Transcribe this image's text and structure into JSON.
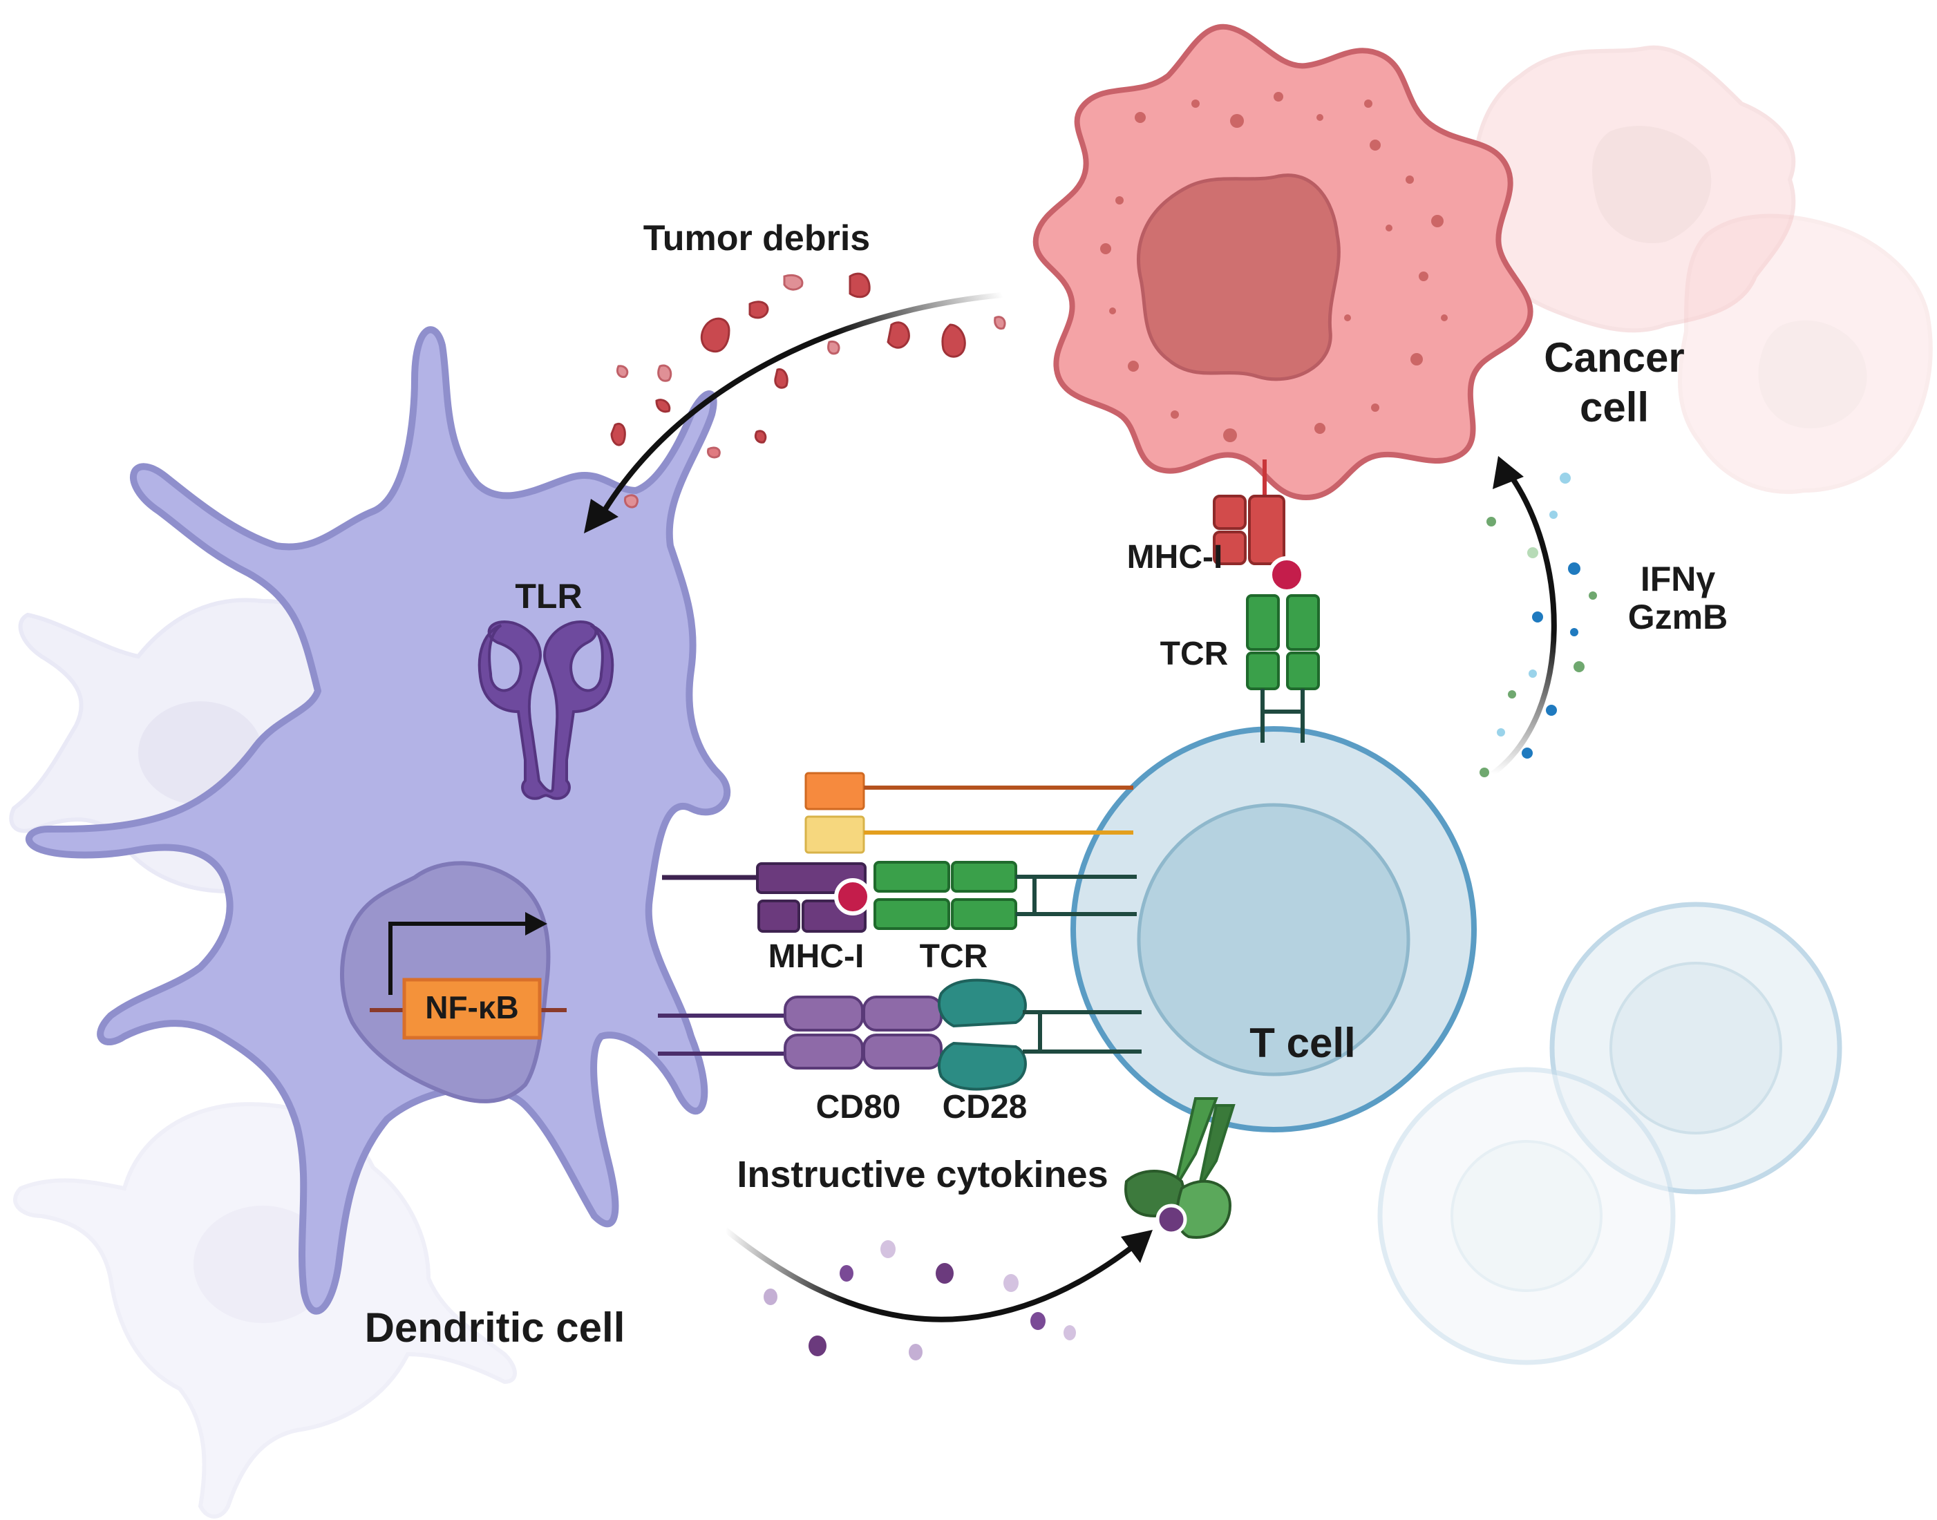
{
  "labels": {
    "tumor_debris": "Tumor debris",
    "cancer_cell_line1": "Cancer",
    "cancer_cell_line2": "cell",
    "mhc_top": "MHC-I",
    "tcr_top": "TCR",
    "ifng": "IFNγ",
    "gzmb": "GzmB",
    "tlr": "TLR",
    "nfkb": "NF-κB",
    "mhc_mid": "MHC-I",
    "tcr_mid": "TCR",
    "cd80": "CD80",
    "cd28": "CD28",
    "t_cell": "T cell",
    "instructive_cytokines": "Instructive cytokines",
    "dendritic_cell": "Dendritic cell"
  },
  "colors": {
    "cancer_fill": "#f4a3a6",
    "cancer_stroke": "#c9626a",
    "cancer_nucleus": "#cf7070",
    "dc_fill": "#b3b3e6",
    "dc_stroke": "#8f8fcc",
    "dc_nucleus": "#9a95cc",
    "tcell_fill": "#d5e5ee",
    "tcell_stroke": "#5a9cc4",
    "tcell_nucleus": "#b5d2e0",
    "mhc_red": "#d24b4b",
    "mhc_purple": "#6b3a7d",
    "tcr_green": "#3aa04a",
    "cd80_purple": "#8e6aa8",
    "cd28_teal": "#2c8c84",
    "tlr_purple": "#6e4a9e",
    "nfkb_orange": "#f4923a",
    "arrow": "#111111"
  }
}
